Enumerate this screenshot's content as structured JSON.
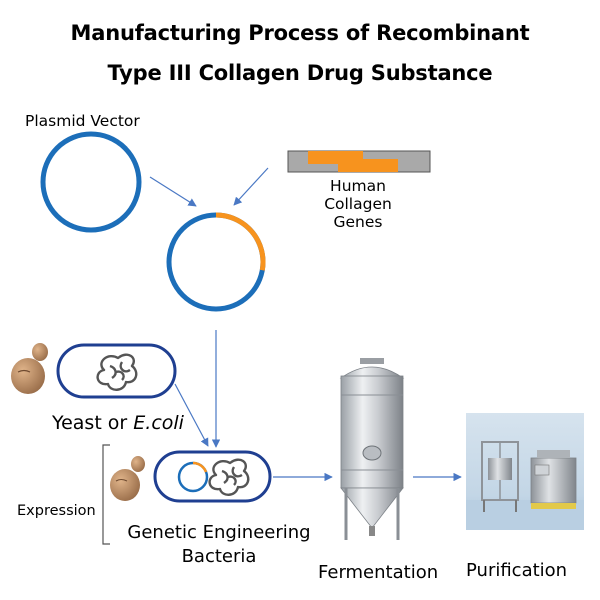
{
  "title": {
    "line1": "Manufacturing Process of Recombinant",
    "line2": "Type III Collagen Drug Substance"
  },
  "labels": {
    "plasmid_vector": "Plasmid Vector",
    "human_collagen_line1": "Human Collagen",
    "human_collagen_line2": "Genes",
    "yeast_prefix": "Yeast or ",
    "yeast_italic": "E.coli",
    "expression": "Expression",
    "genetic_line1": "Genetic Engineering",
    "genetic_line2": "Bacteria",
    "fermentation": "Fermentation",
    "purification": "Purification"
  },
  "colors": {
    "blue": "#1c6eb9",
    "orange": "#f7931e",
    "arrow": "#4a78c4",
    "gene_gray": "#a9a9a9",
    "seed_brown": "#b88a62"
  }
}
